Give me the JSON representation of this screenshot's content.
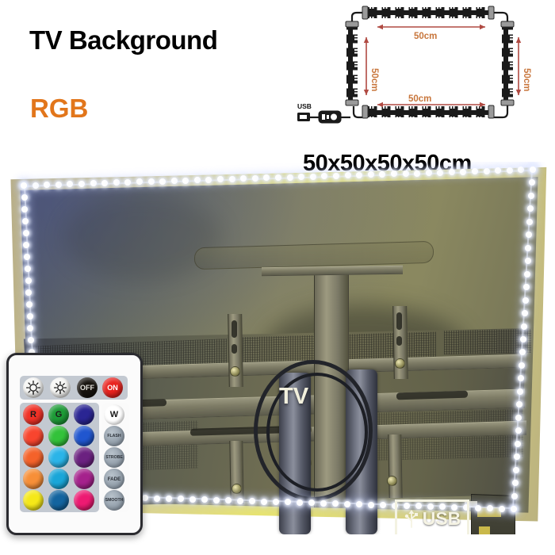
{
  "header": {
    "title": "TV Background",
    "subtitle": "RGB",
    "dimensions": "50x50x50x50cm"
  },
  "diagram": {
    "name": "led-strip-layout-diagram",
    "usb_label": "USB",
    "top_length": "50cm",
    "left_length": "50cm",
    "right_length": "50cm",
    "bottom_length": "50cm",
    "strip_count": 4
  },
  "photo": {
    "tv_label": "TV",
    "usb_badge_label": "USB",
    "usb_icon": "usb-trident-icon"
  },
  "remote": {
    "name": "rgb-ir-remote-24-key",
    "top_row": [
      {
        "label": "",
        "icon": "brightness-up-icon",
        "color": "#f7f7f5",
        "text_color": "#1c1c1c"
      },
      {
        "label": "",
        "icon": "brightness-down-icon",
        "color": "#f7f7f5",
        "text_color": "#1c1c1c"
      },
      {
        "label": "OFF",
        "icon": "power-off-icon",
        "color": "#18140f",
        "text_color": "#e8e6e0"
      },
      {
        "label": "ON",
        "icon": "power-on-icon",
        "color": "#e8231f",
        "text_color": "#ffffff"
      }
    ],
    "color_grid": [
      [
        {
          "label": "R",
          "color": "#f03126",
          "text_color": "#1b1b1b"
        },
        {
          "label": "G",
          "color": "#1d9b37",
          "text_color": "#1b1b1b"
        },
        {
          "label": "",
          "color": "#2a2593",
          "text_color": "#ffffff"
        }
      ],
      [
        {
          "label": "",
          "color": "#f8452e",
          "text_color": "#ffffff"
        },
        {
          "label": "",
          "color": "#33c23a",
          "text_color": "#ffffff"
        },
        {
          "label": "",
          "color": "#2056cf",
          "text_color": "#ffffff"
        }
      ],
      [
        {
          "label": "",
          "color": "#f4622a",
          "text_color": "#ffffff"
        },
        {
          "label": "",
          "color": "#2bb4e8",
          "text_color": "#ffffff"
        },
        {
          "label": "",
          "color": "#6b2180",
          "text_color": "#ffffff"
        }
      ],
      [
        {
          "label": "",
          "color": "#f78f38",
          "text_color": "#ffffff"
        },
        {
          "label": "",
          "color": "#1aa6d8",
          "text_color": "#ffffff"
        },
        {
          "label": "",
          "color": "#a5218c",
          "text_color": "#ffffff"
        }
      ],
      [
        {
          "label": "",
          "color": "#f5e818",
          "text_color": "#1b1b1b"
        },
        {
          "label": "",
          "color": "#13649f",
          "text_color": "#ffffff"
        },
        {
          "label": "",
          "color": "#ed1a72",
          "text_color": "#ffffff"
        }
      ]
    ],
    "function_column": [
      {
        "label": "W",
        "color": "#ffffff",
        "text_color": "#1b1b1b"
      },
      {
        "label": "FLASH",
        "color": "#94a0ac",
        "text_color": "#2a2f36"
      },
      {
        "label": "STROBE",
        "color": "#94a0ac",
        "text_color": "#2a2f36"
      },
      {
        "label": "FADE",
        "color": "#94a0ac",
        "text_color": "#2a2f36"
      },
      {
        "label": "SMOOTH",
        "color": "#94a0ac",
        "text_color": "#2a2f36"
      }
    ]
  },
  "colors": {
    "accent_orange": "#e2761b",
    "diagram_dim": "#c8763c",
    "background": "#ffffff",
    "remote_body": "#fbfbfb"
  }
}
